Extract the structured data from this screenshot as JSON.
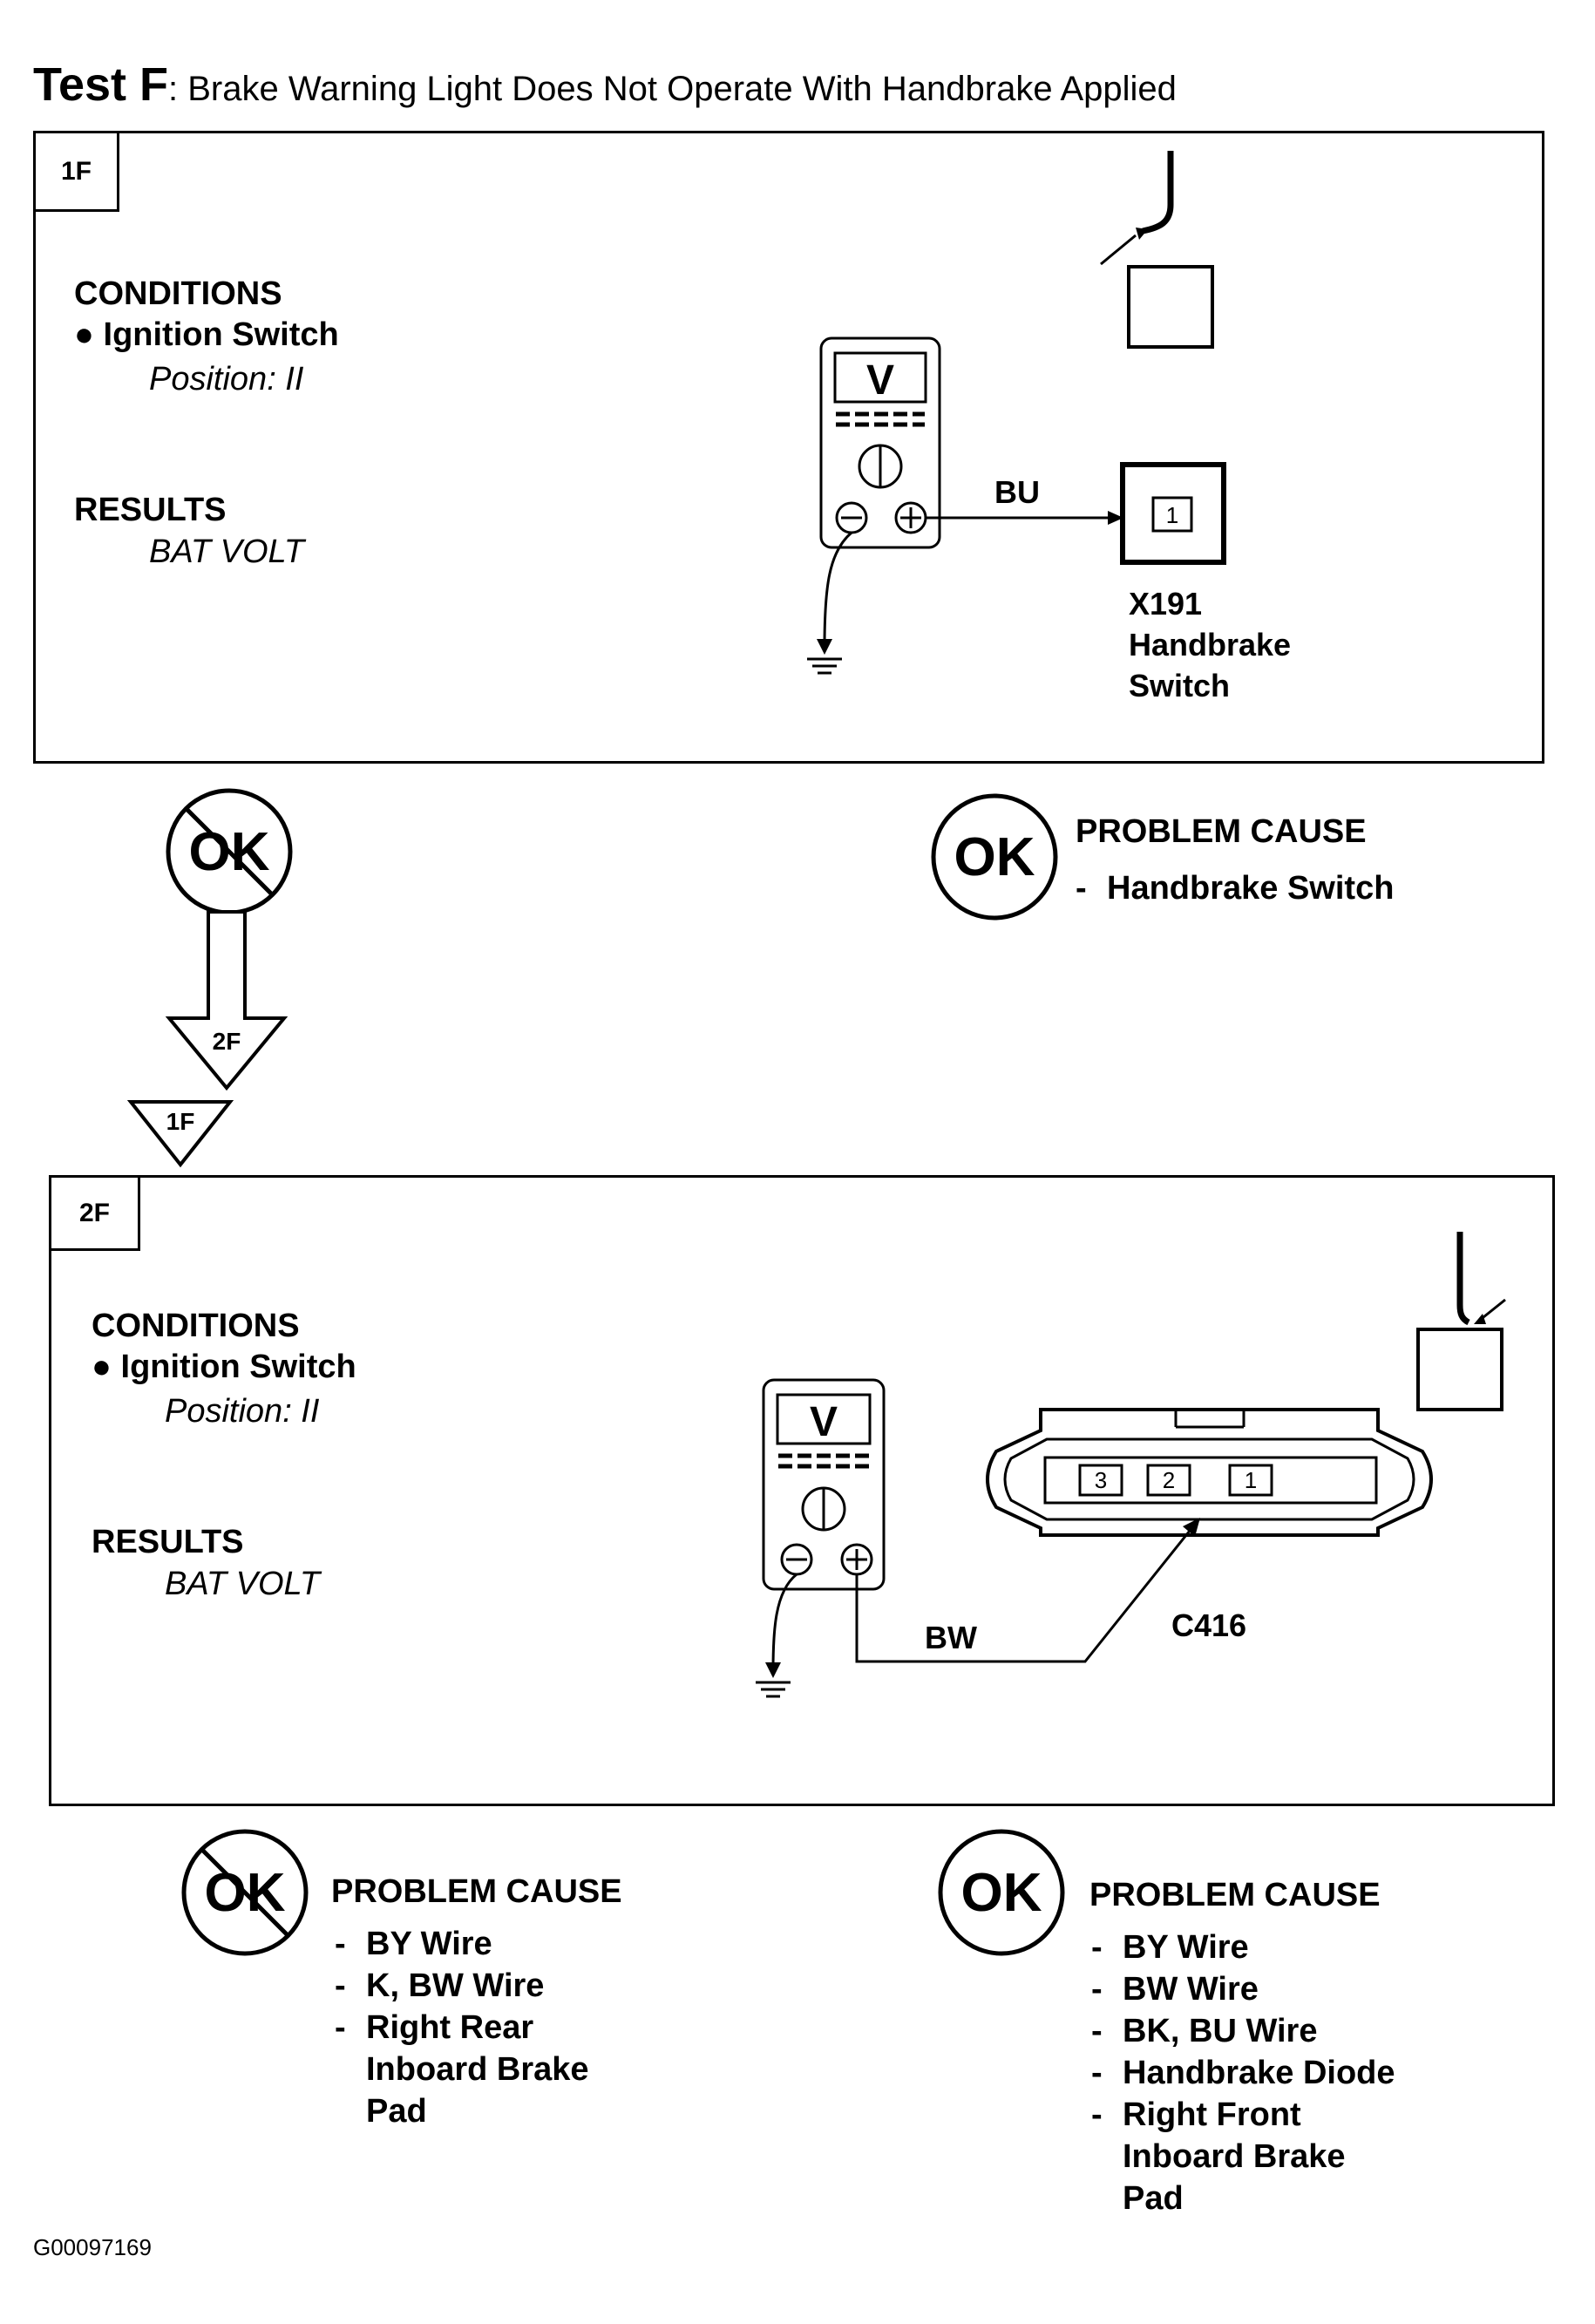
{
  "title": {
    "prefix": "Test F",
    "text": ": Brake Warning Light Does Not Operate With Handbrake Applied"
  },
  "step1": {
    "tag": "1F",
    "conditions_heading": "CONDITIONS",
    "condition_item": "Ignition Switch",
    "condition_detail": "Position: II",
    "results_heading": "RESULTS",
    "results_value": "BAT VOLT",
    "meter_label": "V",
    "wire_label": "BU",
    "pin_label": "1",
    "component_lines": [
      "X191",
      "Handbrake",
      "Switch"
    ]
  },
  "step1_outcomes": {
    "not_ok_label": "OK",
    "ok_label": "OK",
    "ok_cause_heading": "PROBLEM CAUSE",
    "ok_causes": [
      "Handbrake Switch"
    ],
    "next_step_arrow": "2F",
    "from_step_marker": "1F"
  },
  "step2": {
    "tag": "2F",
    "conditions_heading": "CONDITIONS",
    "condition_item": "Ignition Switch",
    "condition_detail": "Position: II",
    "results_heading": "RESULTS",
    "results_value": "BAT VOLT",
    "meter_label": "V",
    "wire_label": "BW",
    "connector_pins": [
      "3",
      "2",
      "1"
    ],
    "connector_label": "C416"
  },
  "step2_outcomes": {
    "not_ok_label": "OK",
    "not_ok_cause_heading": "PROBLEM CAUSE",
    "not_ok_causes": [
      "BY  Wire",
      "K, BW  Wire",
      "Right Rear\nInboard Brake\nPad"
    ],
    "ok_label": "OK",
    "ok_cause_heading": "PROBLEM CAUSE",
    "ok_causes": [
      "BY  Wire",
      "BW  Wire",
      "BK, BU  Wire",
      "Handbrake Diode",
      "Right Front\nInboard Brake\nPad"
    ]
  },
  "figure_id": "G00097169"
}
